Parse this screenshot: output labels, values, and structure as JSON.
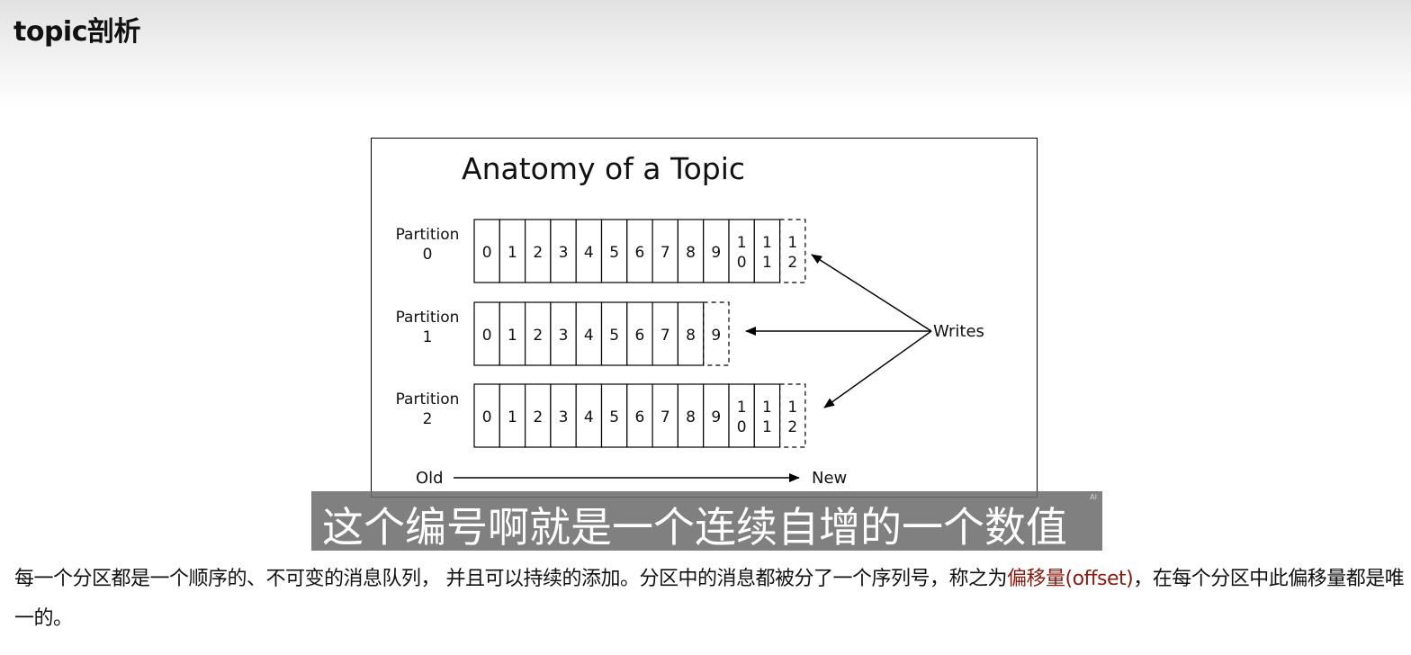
{
  "page": {
    "title": "topic剖析"
  },
  "diagram": {
    "title": "Anatomy of a Topic",
    "partitions": [
      {
        "label_line1": "Partition",
        "label_line2": "0",
        "cells": [
          "0",
          "1",
          "2",
          "3",
          "4",
          "5",
          "6",
          "7",
          "8",
          "9",
          "10",
          "11"
        ],
        "next": "12"
      },
      {
        "label_line1": "Partition",
        "label_line2": "1",
        "cells": [
          "0",
          "1",
          "2",
          "3",
          "4",
          "5",
          "6",
          "7",
          "8"
        ],
        "next": "9"
      },
      {
        "label_line1": "Partition",
        "label_line2": "2",
        "cells": [
          "0",
          "1",
          "2",
          "3",
          "4",
          "5",
          "6",
          "7",
          "8",
          "9",
          "10",
          "11"
        ],
        "next": "12"
      }
    ],
    "writes_label": "Writes",
    "old_label": "Old",
    "new_label": "New"
  },
  "subtitle": {
    "text": "这个编号啊就是一个连续自增的一个数值",
    "ai_mark": "AI"
  },
  "paragraph": {
    "before": "每一个分区都是一个顺序的、不可变的消息队列， 并且可以持续的添加。分区中的消息都被分了一个序列号，称之为",
    "highlight": "偏移量(offset)",
    "after": "，在每个分区中此偏移量都是唯一的。"
  },
  "colors": {
    "highlight": "#8b1a10",
    "subtitle_bg": "#6e6e6e"
  }
}
